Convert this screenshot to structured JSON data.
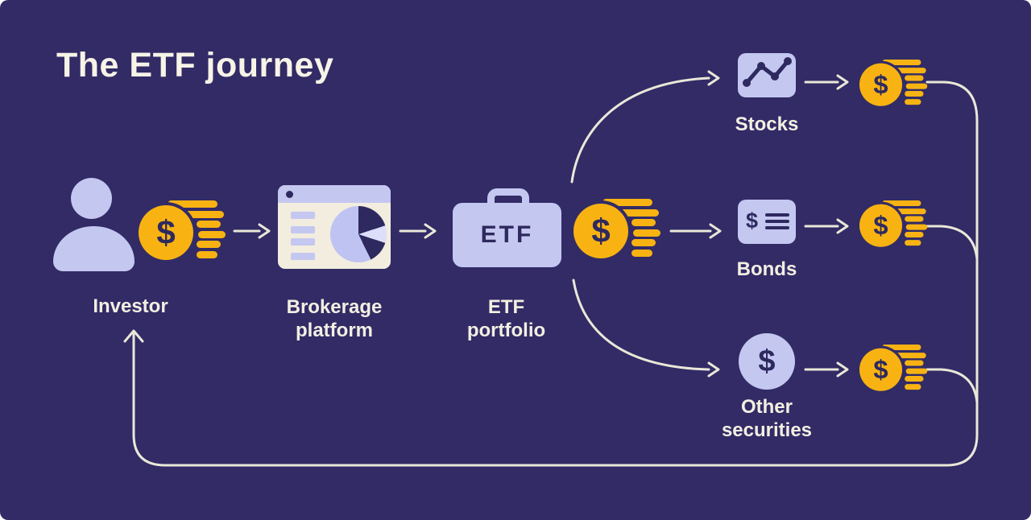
{
  "title": "The ETF journey",
  "symbols": {
    "dollar": "$"
  },
  "nodes": {
    "investor": {
      "label": "Investor"
    },
    "brokerage_platform": {
      "label_line1": "Brokerage",
      "label_line2": "platform"
    },
    "etf_portfolio": {
      "badge": "ETF",
      "label_line1": "ETF",
      "label_line2": "portfolio"
    },
    "stocks": {
      "label": "Stocks"
    },
    "bonds": {
      "label": "Bonds"
    },
    "other_securities": {
      "label_line1": "Other",
      "label_line2": "securities"
    }
  },
  "colors": {
    "background": "#322B66",
    "lavender": "#C4C7F0",
    "gold": "#F8B312",
    "dark_ink": "#2E295E",
    "cream_text": "#F3EFE2",
    "connector_line": "#EAE7D8"
  },
  "icons": [
    "person-icon",
    "coins-icon",
    "browser-window-icon",
    "pie-chart-icon",
    "briefcase-icon",
    "line-chart-icon",
    "bond-note-icon",
    "dollar-circle-icon",
    "arrow-icon",
    "return-loop-arrow"
  ]
}
